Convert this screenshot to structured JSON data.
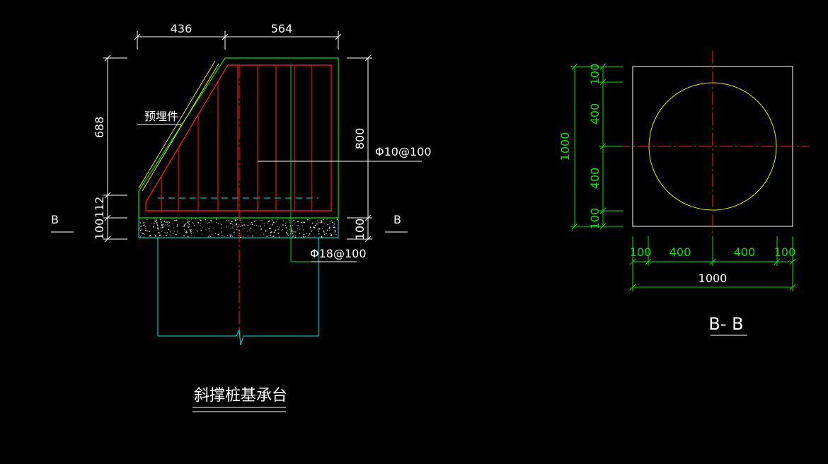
{
  "left_view": {
    "top_dims": [
      "436",
      "564"
    ],
    "left_dims": [
      "688",
      "112",
      "100"
    ],
    "right_dims": [
      "800",
      "100"
    ],
    "embedded_part_label": "预埋件",
    "stirrup_label": "Φ10@100",
    "main_bar_label": "Φ18@100",
    "section_mark_left": "B",
    "section_mark_right": "B",
    "title": "斜撑桩基承台"
  },
  "section_view": {
    "left_dims": [
      "100",
      "400",
      "400",
      "100"
    ],
    "left_total": "1000",
    "bottom_dims": [
      "100",
      "400",
      "400",
      "100"
    ],
    "bottom_total": "1000",
    "title": "B- B"
  },
  "colors": {
    "background": "#000000",
    "concrete_outline": "#00dd00",
    "rebar": "#ff2020",
    "pile": "#00e5e5",
    "circle": "#e8e800",
    "text": "#ffffff"
  }
}
